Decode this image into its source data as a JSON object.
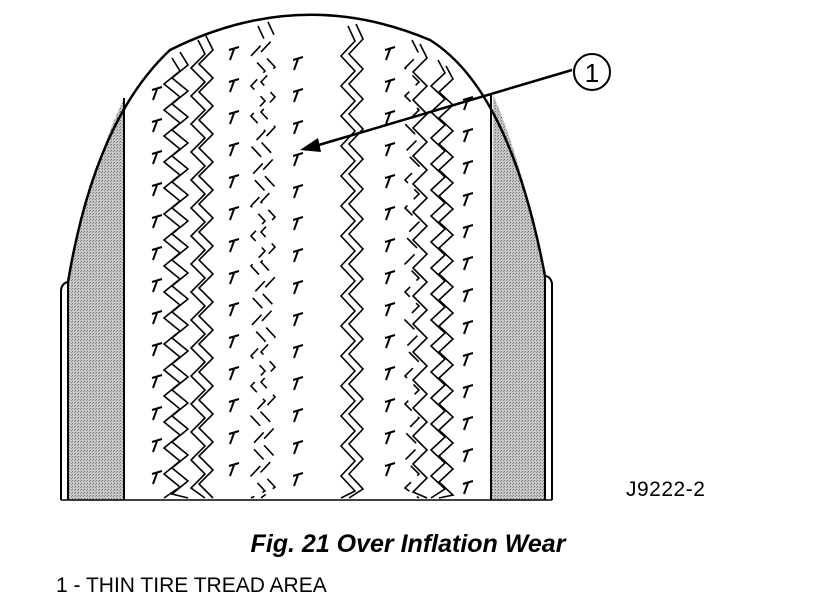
{
  "figure": {
    "callout_number": "1",
    "figure_id": "J9222-2",
    "caption": "Fig. 21 Over Inflation Wear",
    "legend_item": "1 - THIN TIRE TREAD AREA"
  }
}
